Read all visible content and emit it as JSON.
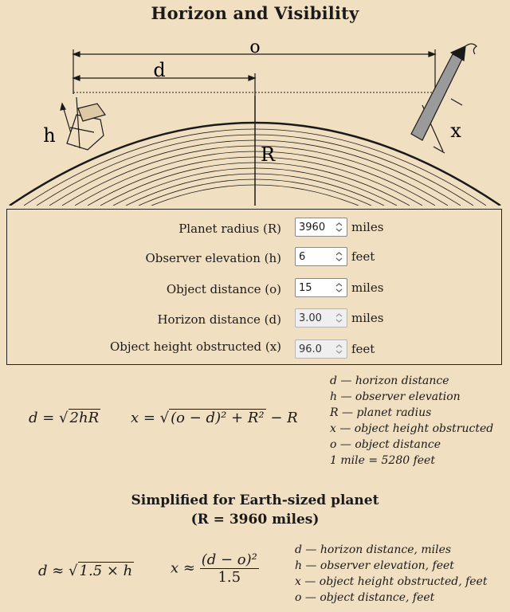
{
  "title": "Horizon and Visibility",
  "diagram": {
    "label_o": "o",
    "label_d": "d",
    "label_h": "h",
    "label_R": "R",
    "label_x": "x"
  },
  "calculator": {
    "rows": [
      {
        "label": "Planet radius (R)",
        "value": "3960",
        "unit": "miles",
        "readonly": false
      },
      {
        "label": "Observer elevation (h)",
        "value": "6",
        "unit": "feet",
        "readonly": false
      },
      {
        "label": "Object distance (o)",
        "value": "15",
        "unit": "miles",
        "readonly": false
      },
      {
        "label": "Horizon distance (d)",
        "value": "3.00",
        "unit": "miles",
        "readonly": true
      },
      {
        "label": "Object height obstructed (x)",
        "value": "96.0",
        "unit": "feet",
        "readonly": true
      }
    ]
  },
  "formulas": {
    "d_lhs": "d = √",
    "d_rad": "2hR",
    "x_lhs": "x = √",
    "x_rad": "(o − d)² + R²",
    "x_tail": " − R"
  },
  "legend": [
    "d — horizon distance",
    "h — observer elevation",
    "R — planet radius",
    "x — object height obstructed",
    "o — object distance",
    "1 mile = 5280 feet"
  ],
  "simplified": {
    "title_line1": "Simplified for Earth-sized planet",
    "title_line2": "(R = 3960 miles)",
    "d_lhs": "d ≈ √",
    "d_rad": "1.5 × h",
    "x_lhs": "x ≈",
    "x_num": "(d − o)²",
    "x_den": "1.5",
    "legend": [
      "d — horizon distance, miles",
      "h — observer elevation, feet",
      "x — object height obstructed, feet",
      "o — object distance, feet"
    ]
  }
}
